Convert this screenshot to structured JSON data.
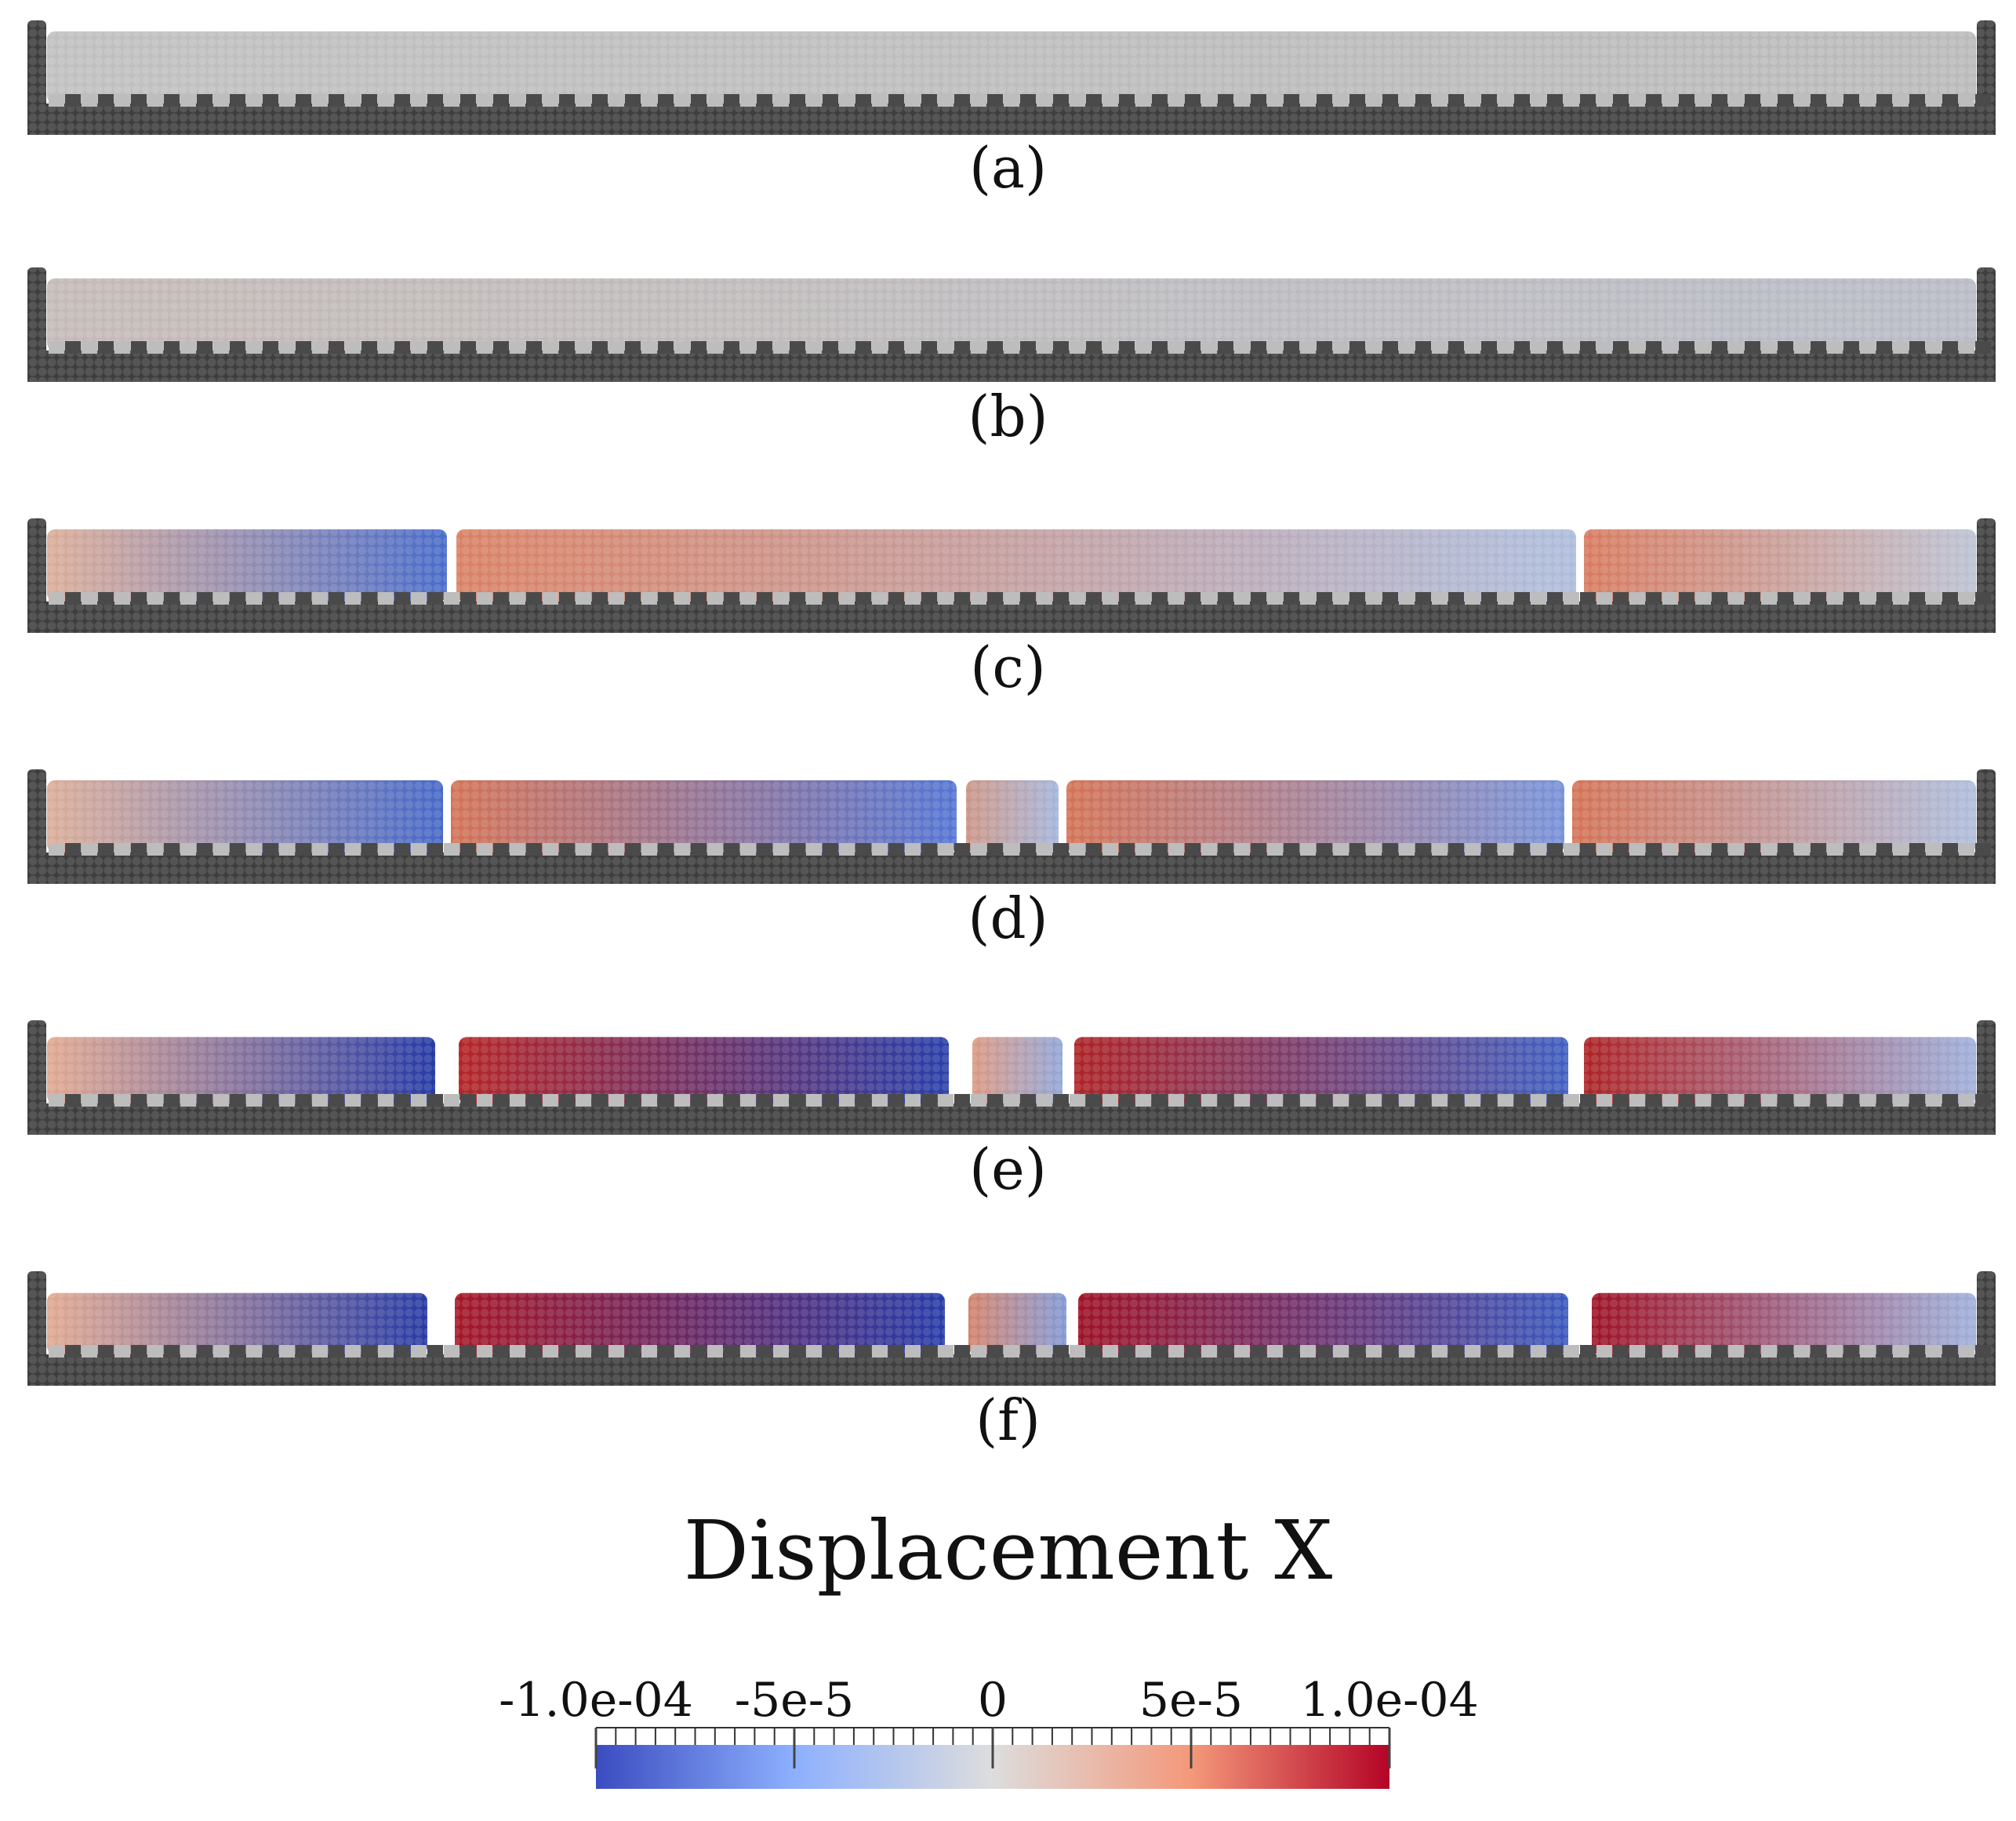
{
  "panels": [
    {
      "label": "(a)",
      "stage": 0
    },
    {
      "label": "(b)",
      "stage": 1
    },
    {
      "label": "(c)",
      "stage": 2
    },
    {
      "label": "(d)",
      "stage": 3
    },
    {
      "label": "(e)",
      "stage": 4
    },
    {
      "label": "(f)",
      "stage": 5
    }
  ],
  "colorbar": {
    "title": "Displacement X",
    "tick_labels": [
      "-1.0e-04",
      "-5e-5",
      "0",
      "5e-5",
      "1.0e-04"
    ],
    "tick_values": [
      -0.0001,
      -5e-05,
      0,
      5e-05,
      0.0001
    ],
    "range": [
      -0.0001,
      0.0001
    ],
    "colormap": [
      "#3b4cc0",
      "#8db0fe",
      "#dddddd",
      "#f4987a",
      "#b40426"
    ]
  },
  "colors": {
    "substrate": "#4a4a4a",
    "bump": "#b9b9b9",
    "film_neutral": "#c8c8c8"
  }
}
